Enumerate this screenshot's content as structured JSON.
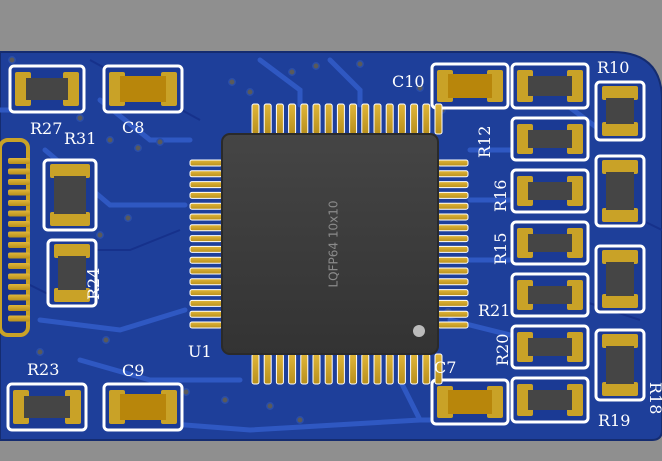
{
  "viewer": {
    "colors": {
      "background": "#8f8f8f",
      "board": "#1e3f9a",
      "copper": "#17318a",
      "trace": "#2f58c2",
      "pad": "#c9a227",
      "silkscreen": "#ffffff",
      "chip": "#3a3a3a"
    }
  },
  "board": {
    "chip": {
      "designator": "U1",
      "package": "LQFP64 10x10"
    },
    "components": {
      "r27": "R27",
      "c8": "C8",
      "r31": "R31",
      "r24": "R24",
      "r23": "R23",
      "c9": "C9",
      "c10": "C10",
      "r10": "R10",
      "r12": "R12",
      "r16": "R16",
      "r15": "R15",
      "r21": "R21",
      "r20": "R20",
      "c7": "C7",
      "r19": "R19",
      "r18": "R18"
    }
  }
}
